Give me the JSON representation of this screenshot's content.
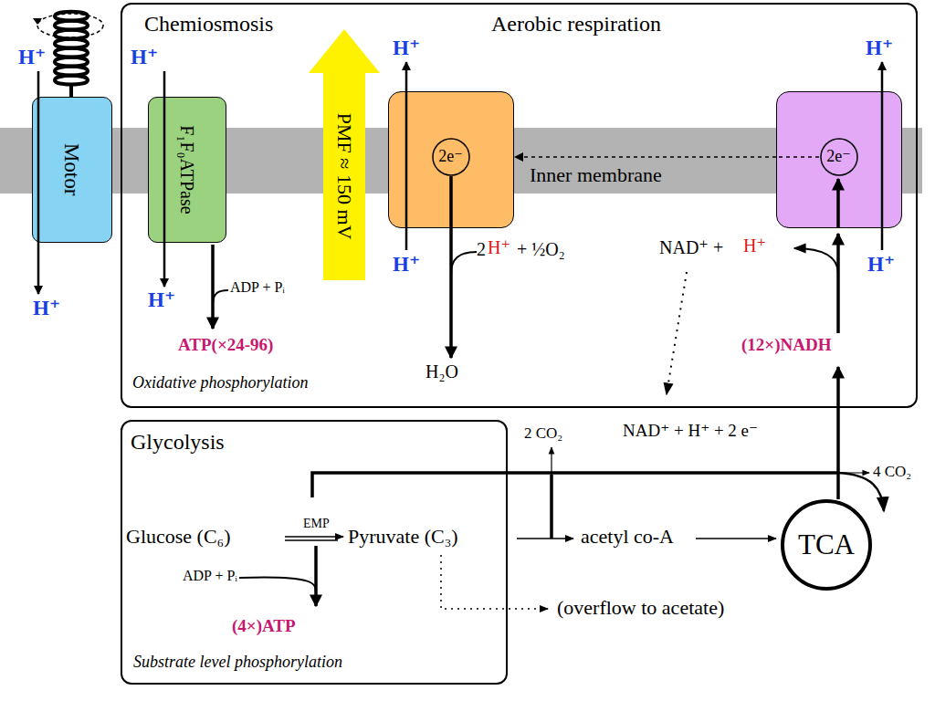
{
  "diagram": {
    "nodes": [
      {
        "text": [
          "Chemiosmosis",
          "Aerobic respiration"
        ]
      },
      {
        "text": [
          "Motor"
        ]
      },
      {
        "text": [
          "F₁F₀ATPase"
        ],
        "in": 0
      },
      {
        "text": [
          "PMF ≈ 150 mV"
        ],
        "in": 0
      },
      {
        "text": [
          "2e⁻"
        ],
        "in": 0
      },
      {
        "text": [
          "2e⁻"
        ],
        "in": 0
      },
      {
        "text": [
          "Glycolysis"
        ]
      },
      {
        "text": [
          "TCA"
        ]
      }
    ],
    "edges": [
      {
        "from": 5,
        "to": 4,
        "arrow": "to"
      }
    ],
    "labels": [
      "H⁺",
      "H⁺",
      "H⁺",
      "H⁺",
      "H⁺",
      "H⁺",
      "H⁺",
      "H⁺",
      "ADP + Pᵢ",
      "ATP(×24-96)",
      "Oxidative phosphorylation",
      "Inner membrane",
      "2",
      "H⁺",
      "+ ½O₂",
      "H₂O",
      "NAD⁺ +",
      "H⁺",
      "(12×)NADH",
      "2 CO₂",
      "NAD⁺ + H⁺ + 2 e⁻",
      "4 CO₂",
      "Glucose (C₆)",
      "EMP",
      "Pyruvate (C₃)",
      "acetyl co-A",
      "(overflow to acetate)",
      "ADP + Pᵢ",
      "(4×)ATP",
      "Substrate level phosphorylation"
    ]
  }
}
